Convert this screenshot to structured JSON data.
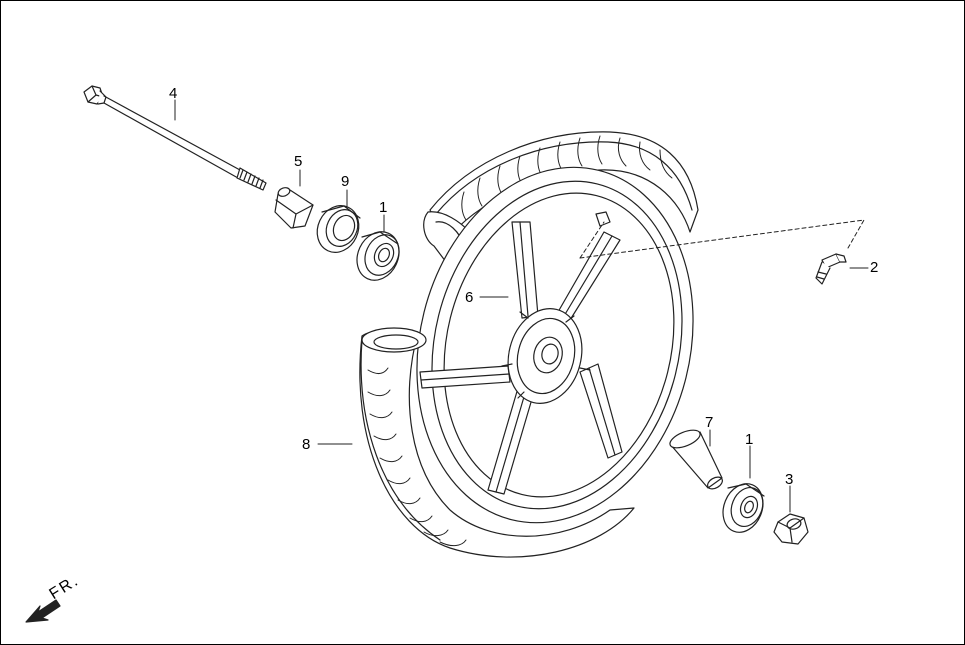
{
  "diagram": {
    "callouts": {
      "axle_bolt": "4",
      "collar": "5",
      "dust_seal": "9",
      "bearing_left": "1",
      "valve": "2",
      "wheel_rim": "6",
      "tire": "8",
      "spacer": "7",
      "bearing_right": "1",
      "axle_nut": "3"
    },
    "direction_label": "FR."
  }
}
